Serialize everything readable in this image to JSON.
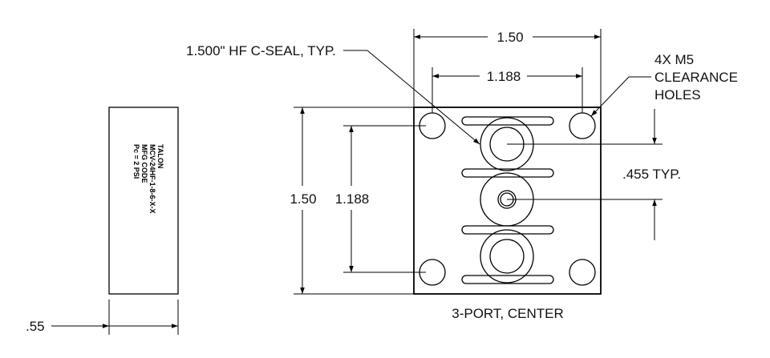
{
  "side_view": {
    "engraving": [
      "TALON",
      "MCV-24HF-1-8-6-X-X",
      "MFG CODE",
      "Pc = 2 PSI"
    ],
    "width_dim": ".55"
  },
  "top_view": {
    "dim_overall_width": "1.50",
    "dim_hole_spacing_x": "1.188",
    "dim_overall_height": "1.50",
    "dim_hole_spacing_y": "1.188",
    "seal_note": "1.500\" HF C-SEAL, TYP.",
    "hole_note": [
      "4X M5",
      "CLEARANCE",
      "HOLES"
    ],
    "port_spacing": ".455 TYP.",
    "caption": "3-PORT, CENTER"
  }
}
